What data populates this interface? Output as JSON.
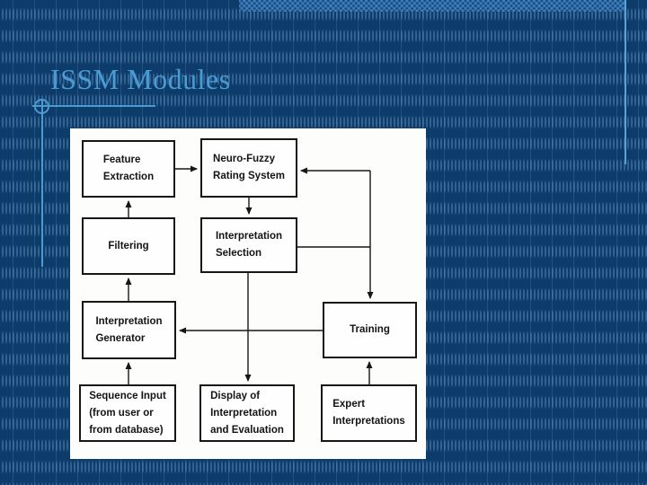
{
  "slide": {
    "title": "ISSM Modules"
  },
  "diagram": {
    "nodes": [
      {
        "id": "feature-extraction",
        "label": "Feature\nExtraction"
      },
      {
        "id": "neuro-fuzzy-rating-system",
        "label": "Neuro-Fuzzy\nRating System"
      },
      {
        "id": "filtering",
        "label": "Filtering"
      },
      {
        "id": "interpretation-selection",
        "label": "Interpretation\nSelection"
      },
      {
        "id": "interpretation-generator",
        "label": "Interpretation\nGenerator"
      },
      {
        "id": "training",
        "label": "Training"
      },
      {
        "id": "sequence-input",
        "label": "Sequence Input\n(from user or\nfrom database)"
      },
      {
        "id": "display-of-interpretation",
        "label": "Display of\nInterpretation\nand Evaluation"
      },
      {
        "id": "expert-interpretations",
        "label": "Expert\nInterpretations"
      }
    ],
    "edges": [
      {
        "from": "feature-extraction",
        "to": "neuro-fuzzy-rating-system"
      },
      {
        "from": "filtering",
        "to": "feature-extraction"
      },
      {
        "from": "neuro-fuzzy-rating-system",
        "to": "interpretation-selection"
      },
      {
        "from": "interpretation-selection",
        "to": "neuro-fuzzy-rating-system"
      },
      {
        "from": "interpretation-selection",
        "to": "training"
      },
      {
        "from": "interpretation-selection",
        "to": "display-of-interpretation"
      },
      {
        "from": "training",
        "to": "interpretation-generator"
      },
      {
        "from": "interpretation-generator",
        "to": "filtering"
      },
      {
        "from": "sequence-input",
        "to": "interpretation-generator"
      },
      {
        "from": "expert-interpretations",
        "to": "training"
      }
    ]
  },
  "colors": {
    "background": "#0d3c6b",
    "accent_blue": "#4b9bd3",
    "panel": "#fdfdfc",
    "diagram_ink": "#161616"
  }
}
